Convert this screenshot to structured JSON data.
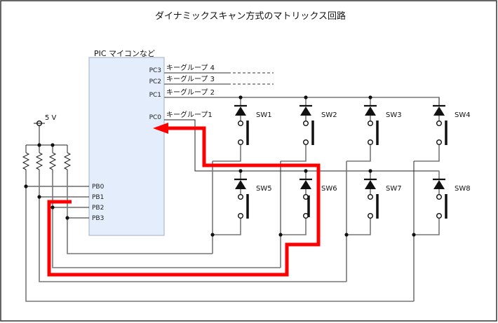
{
  "title": "ダイナミックスキャン方式のマトリックス回路",
  "microcontroller": {
    "label": "PIC マイコンなど",
    "output_pins": [
      "PC3",
      "PC2",
      "PC1",
      "PC0"
    ],
    "input_pins": [
      "PB0",
      "PB1",
      "PB2",
      "PB3"
    ]
  },
  "key_groups": [
    {
      "pin": "PC3",
      "label": "キーグループ 4",
      "connected": false
    },
    {
      "pin": "PC2",
      "label": "キーグループ 3",
      "connected": false
    },
    {
      "pin": "PC1",
      "label": "キーグループ 2",
      "connected": true
    },
    {
      "pin": "PC0",
      "label": "キーグループ1",
      "connected": true
    }
  ],
  "power": {
    "label": "5 V"
  },
  "switches": [
    {
      "label": "SW1",
      "row": 1,
      "col": 1,
      "pressed": false
    },
    {
      "label": "SW2",
      "row": 1,
      "col": 2,
      "pressed": false
    },
    {
      "label": "SW3",
      "row": 1,
      "col": 3,
      "pressed": false
    },
    {
      "label": "SW4",
      "row": 1,
      "col": 4,
      "pressed": false
    },
    {
      "label": "SW5",
      "row": 2,
      "col": 1,
      "pressed": false
    },
    {
      "label": "SW6",
      "row": 2,
      "col": 2,
      "pressed": true
    },
    {
      "label": "SW7",
      "row": 2,
      "col": 3,
      "pressed": false
    },
    {
      "label": "SW8",
      "row": 2,
      "col": 4,
      "pressed": false
    }
  ],
  "highlight": {
    "color": "#ff0000",
    "description": "PB2 → SW6 → PC0 current path"
  },
  "colors": {
    "mcu_fill": "#e3edfb",
    "mcu_border": "#9fb0c8",
    "wire": "#777777",
    "highlight": "#ff0000"
  }
}
